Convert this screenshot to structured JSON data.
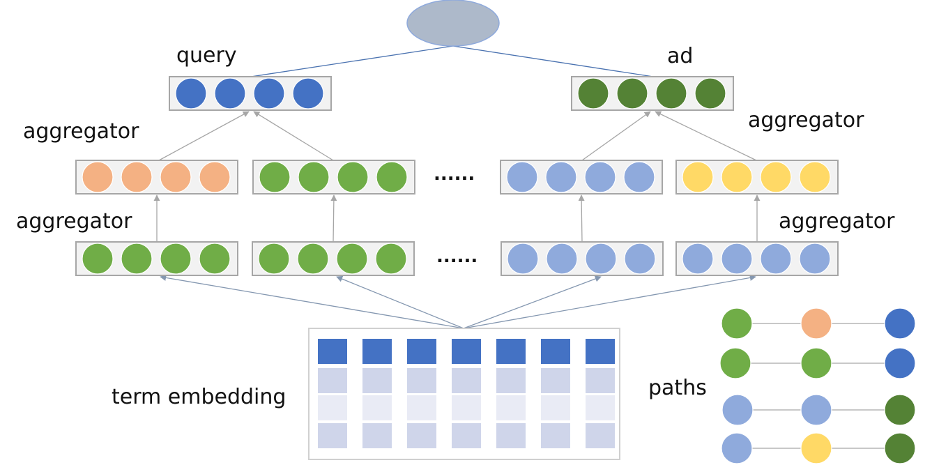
{
  "labels": {
    "query": "query",
    "ad": "ad",
    "aggregator_top_left": "aggregator",
    "aggregator_top_right": "aggregator",
    "aggregator_mid_left": "aggregator",
    "aggregator_mid_right": "aggregator",
    "ellipsis_upper": "......",
    "ellipsis_lower": "......",
    "term_embedding": "term embedding",
    "paths": "paths"
  },
  "colors": {
    "blue": "#4472c4",
    "dark_green": "#548235",
    "green": "#70ad47",
    "orange": "#f4b183",
    "light_blue": "#8faadc",
    "yellow": "#ffd966",
    "output_node": "#adb9ca",
    "box_fill": "#f2f2f2",
    "box_stroke": "#a6a6a6",
    "embed_top": "#4472c4",
    "embed_mid": "#cfd5ea",
    "embed_light": "#e9ebf5"
  },
  "vector_boxes": [
    {
      "name": "query-vector",
      "color": "blue"
    },
    {
      "name": "ad-vector",
      "color": "dark_green"
    },
    {
      "name": "aggregated-vector-1",
      "color": "orange"
    },
    {
      "name": "aggregated-vector-2",
      "color": "green"
    },
    {
      "name": "aggregated-vector-3",
      "color": "light_blue"
    },
    {
      "name": "aggregated-vector-4",
      "color": "yellow"
    },
    {
      "name": "path-vector-1",
      "color": "green"
    },
    {
      "name": "path-vector-2",
      "color": "green"
    },
    {
      "name": "path-vector-3",
      "color": "light_blue"
    },
    {
      "name": "path-vector-4",
      "color": "light_blue"
    }
  ],
  "paths_legend": [
    [
      "green",
      "orange",
      "blue"
    ],
    [
      "green",
      "green",
      "blue"
    ],
    [
      "light_blue",
      "light_blue",
      "dark_green"
    ],
    [
      "light_blue",
      "yellow",
      "dark_green"
    ]
  ],
  "embedding_rows": [
    "embed_top",
    "embed_mid",
    "embed_light",
    "embed_mid"
  ]
}
